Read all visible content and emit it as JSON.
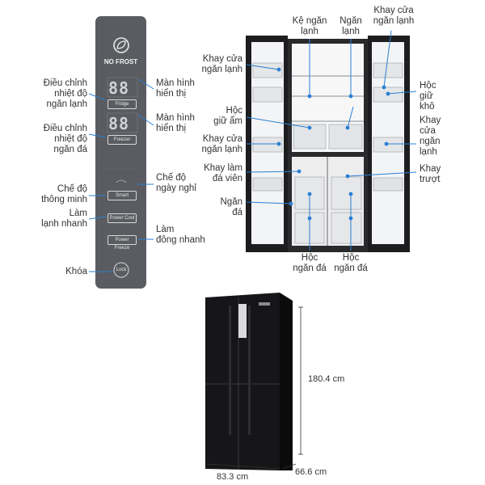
{
  "colors": {
    "panel": "#5a5c61",
    "accent": "#2a7fd4",
    "fridge_body": "#1b1b1d"
  },
  "panel": {
    "brand": "NO FROST",
    "fridge_display": "88",
    "fridge_button": "Fridge",
    "freezer_display": "88",
    "freezer_button": "Freezer",
    "smart_button": "Smart",
    "power_cool_button": "Power Cool",
    "power_freeze_button": "Power Freeze",
    "lock_button": "Lock"
  },
  "left_labels": {
    "adjust_fridge": [
      "Điều chỉnh",
      "nhiệt độ",
      "ngăn lạnh"
    ],
    "display_1": [
      "Màn hình",
      "hiển thị"
    ],
    "adjust_freezer": [
      "Điều chỉnh",
      "nhiệt độ",
      "ngăn đá"
    ],
    "display_2": [
      "Màn hình",
      "hiển thị"
    ],
    "vacation": [
      "Chế độ",
      "ngày nghỉ"
    ],
    "smart_mode": [
      "Chế độ",
      "thông minh"
    ],
    "quick_cool": [
      "Làm",
      "lạnh nhanh"
    ],
    "quick_freeze": [
      "Làm",
      "đông nhanh"
    ],
    "lock": [
      "Khóa"
    ]
  },
  "fridge_labels": {
    "shelf_fridge": [
      "Kệ ngăn",
      "lạnh"
    ],
    "fridge_compartment": [
      "Ngăn",
      "lạnh"
    ],
    "door_tray_fridge_top_right": [
      "Khay cửa",
      "ngăn lạnh"
    ],
    "door_tray_fridge_left_top": [
      "Khay cửa",
      "ngăn lạnh"
    ],
    "dry_drawer": [
      "Hộc",
      "giữ",
      "khô"
    ],
    "humid_drawer": [
      "Hộc",
      "giữ ẩm"
    ],
    "door_tray_fridge_left_bottom": [
      "Khay cửa",
      "ngăn lạnh"
    ],
    "door_tray_fridge_right_bottom": [
      "Khay",
      "cửa",
      "ngăn",
      "lạnh"
    ],
    "ice_tray": [
      "Khay làm",
      "đá viên"
    ],
    "sliding_tray": [
      "Khay",
      "trượt"
    ],
    "freezer_compartment": [
      "Ngăn",
      "đá"
    ],
    "freezer_drawer_left": [
      "Hộc",
      "ngăn đá"
    ],
    "freezer_drawer_right": [
      "Hộc",
      "ngăn đá"
    ]
  },
  "dimensions": {
    "height": "180.4 cm",
    "width": "83.3 cm",
    "depth": "66.6 cm"
  }
}
